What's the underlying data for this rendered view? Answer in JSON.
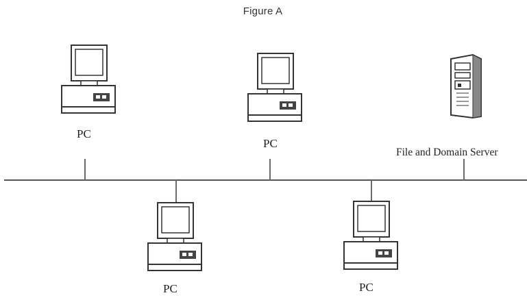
{
  "diagram": {
    "title": "Figure A",
    "top_nodes": [
      {
        "label": "PC",
        "icon": "pc-icon"
      },
      {
        "label": "PC",
        "icon": "pc-icon"
      },
      {
        "label": "File and Domain Server",
        "icon": "server-icon"
      }
    ],
    "bottom_nodes": [
      {
        "label": "PC",
        "icon": "pc-icon"
      },
      {
        "label": "PC",
        "icon": "pc-icon"
      }
    ],
    "colors": {
      "line": "#555555",
      "background": "#ffffff"
    }
  }
}
